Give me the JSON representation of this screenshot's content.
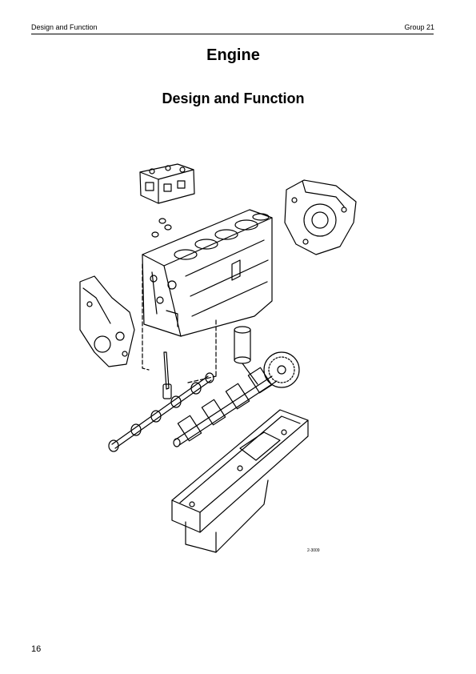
{
  "header": {
    "left": "Design and Function",
    "right": "Group 21"
  },
  "title": "Engine",
  "subtitle": "Design and Function",
  "figure": {
    "code": "2-3009"
  },
  "footer": {
    "page_number": "16"
  }
}
